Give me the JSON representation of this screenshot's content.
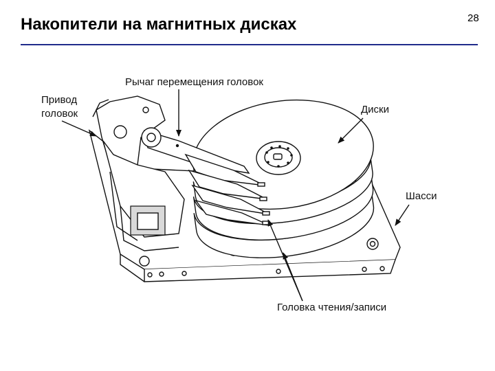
{
  "slide": {
    "title": "Накопители на магнитных дисках",
    "page_number": "28"
  },
  "diagram": {
    "labels": {
      "head_actuator_line1": "Привод",
      "head_actuator_line2": "головок",
      "head_arm": "Рычаг перемещения головок",
      "disks": "Диски",
      "chassis": "Шасси",
      "read_write_head": "Головка чтения/записи"
    }
  },
  "colors": {
    "title_rule": "#1f2a8a",
    "line_art": "#111111",
    "background": "#ffffff"
  }
}
